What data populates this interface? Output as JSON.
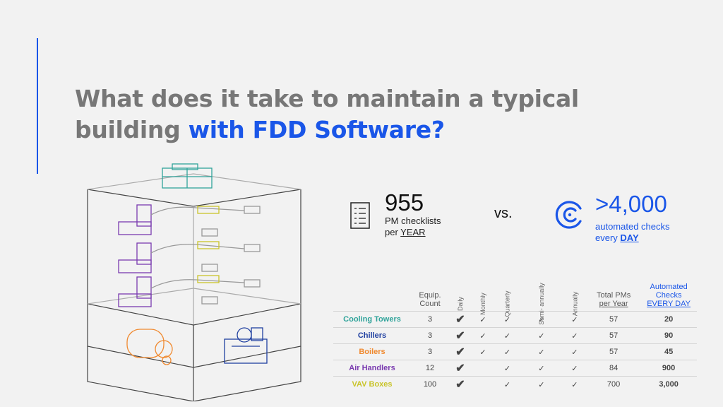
{
  "title": {
    "part1": "What does it take to maintain a typical building ",
    "highlight": "with FDD Software?"
  },
  "stat_left": {
    "value": "955",
    "line1": "PM checklists",
    "line2_prefix": "per ",
    "line2_underlined": "YEAR"
  },
  "vs": "vs.",
  "stat_right": {
    "value": ">4,000",
    "line1": "automated checks",
    "line2_prefix": "every ",
    "line2_underlined": "DAY"
  },
  "table": {
    "headers": {
      "count": [
        "Equip.",
        "Count"
      ],
      "daily": "Daily",
      "monthly": "Monthly",
      "quarterly": "Quarterly",
      "semi": [
        "Semi-",
        "annually"
      ],
      "annually": "Annually",
      "total": [
        "Total PMs",
        "per Year"
      ],
      "auto": [
        "Automated",
        "Checks",
        "EVERY DAY"
      ]
    },
    "rows": [
      {
        "name": "Cooling Towers",
        "color": "#2fa39a",
        "count": "3",
        "daily": "✔",
        "monthly": "✓",
        "quarterly": "✓",
        "semi": "✓",
        "annual": "✓",
        "total": "57",
        "auto": "20"
      },
      {
        "name": "Chillers",
        "color": "#1f3fa0",
        "count": "3",
        "daily": "✔",
        "monthly": "✓",
        "quarterly": "✓",
        "semi": "✓",
        "annual": "✓",
        "total": "57",
        "auto": "90"
      },
      {
        "name": "Boilers",
        "color": "#f08a30",
        "count": "3",
        "daily": "✔",
        "monthly": "✓",
        "quarterly": "✓",
        "semi": "✓",
        "annual": "✓",
        "total": "57",
        "auto": "45"
      },
      {
        "name": "Air Handlers",
        "color": "#7a3bb0",
        "count": "12",
        "daily": "✔",
        "monthly": "",
        "quarterly": "✓",
        "semi": "✓",
        "annual": "✓",
        "total": "84",
        "auto": "900"
      },
      {
        "name": "VAV Boxes",
        "color": "#c9c42a",
        "count": "100",
        "daily": "✔",
        "monthly": "",
        "quarterly": "✓",
        "semi": "✓",
        "annual": "✓",
        "total": "700",
        "auto": "3,000"
      }
    ]
  },
  "colors": {
    "accent": "#1a56e8",
    "title_gray": "#777777"
  },
  "icons": {
    "checklist": "checklist-icon",
    "automation": "automation-ring-icon"
  }
}
